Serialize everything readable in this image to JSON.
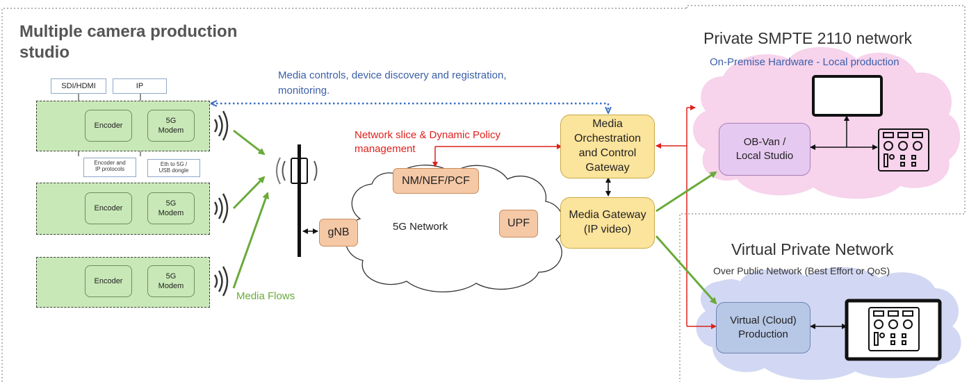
{
  "studio": {
    "title_line1": "Multiple camera production",
    "title_line2": "studio",
    "label_sdi": "SDI/HDMI",
    "label_ip": "IP",
    "note_encoder": [
      "Encoder and",
      "IP protocols"
    ],
    "note_eth": [
      "Eth to 5G /",
      "USB dongle"
    ],
    "encoder_label": "Encoder",
    "modem_label_1": "5G",
    "modem_label_2": "Modem"
  },
  "media_controls": {
    "line1": "Media controls, device discovery and registration,",
    "line2": "monitoring."
  },
  "network_slice": {
    "line1": "Network slice & Dynamic Policy",
    "line2": "management"
  },
  "network": {
    "nm_label": "NM/NEF/PCF",
    "gnb_label": "gNB",
    "upf_label": "UPF",
    "cloud_label": "5G Network"
  },
  "orchestration": {
    "lines": [
      "Media",
      "Orchestration",
      "and Control",
      "Gateway"
    ]
  },
  "media_gateway": {
    "lines": [
      "Media Gateway",
      "(IP video)"
    ]
  },
  "media_flows": "Media Flows",
  "private_network": {
    "title": "Private SMPTE 2110 network",
    "subtitle": "On-Premise Hardware - Local production",
    "obvan_lines": [
      "OB-Van /",
      "Local Studio"
    ]
  },
  "vpn": {
    "title": "Virtual Private Network",
    "subtitle": "Over Public Network (Best Effort or QoS)",
    "cloud_lines": [
      "Virtual (Cloud)",
      "Production"
    ]
  },
  "colors": {
    "green_box": "#c9e8b7",
    "green_arrow": "#6aaa3a",
    "orange_box": "#f5c8a6",
    "yellow_box": "#fbe49b",
    "blue_dotted": "#3d6fc0",
    "red_arrow": "#e0201c",
    "pink_cloud": "#f7d3ec",
    "blue_cloud": "#d2d8f3",
    "purple_box": "#e6c9f0",
    "blue_box": "#b7c7e6",
    "title_blue": "#3a5fa8",
    "slice_red": "#e0201c"
  },
  "icons": [
    "video-camera-icon",
    "wireless-signal-icon",
    "cell-tower-icon",
    "monitor-icon",
    "mixing-console-icon",
    "tablet-console-icon"
  ]
}
